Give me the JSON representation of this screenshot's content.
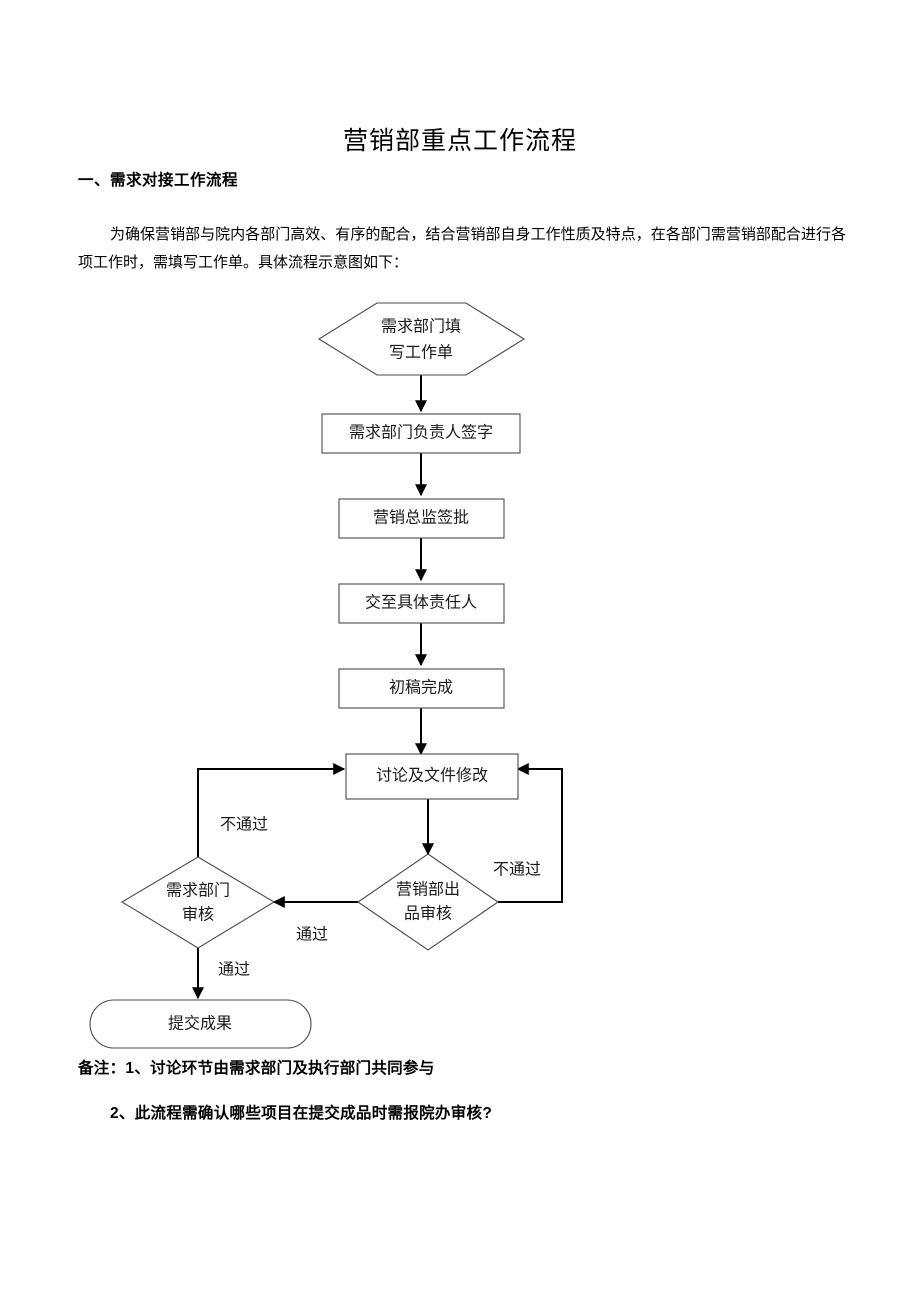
{
  "document": {
    "title": "营销部重点工作流程",
    "section_heading": "一、需求对接工作流程",
    "paragraph": "为确保营销部与院内各部门高效、有序的配合，结合营销部自身工作性质及特点，在各部门需营销部配合进行各项工作时，需填写工作单。具体流程示意图如下："
  },
  "flowchart": {
    "nodes": {
      "start": "需求部门填写工作单",
      "start_line1": "需求部门填",
      "start_line2": "写工作单",
      "sign": "需求部门负责人签字",
      "approve": "营销总监签批",
      "assign": "交至具体责任人",
      "draft": "初稿完成",
      "revise": "讨论及文件修改",
      "review_marketing_line1": "营销部出",
      "review_marketing_line2": "品审核",
      "review_marketing": "营销部出品审核",
      "review_demand_line1": "需求部门",
      "review_demand_line2": "审核",
      "review_demand": "需求部门审核",
      "end": "提交成果"
    },
    "edges": {
      "marketing_fail": "不通过",
      "marketing_pass": "通过",
      "demand_fail": "不通过",
      "demand_pass": "通过"
    }
  },
  "notes": {
    "note1": "备注：1、讨论环节由需求部门及执行部门共同参与",
    "note2": "2、此流程需确认哪些项目在提交成品时需报院办审核?"
  },
  "colors": {
    "node_stroke": "#4a4a4a",
    "line": "#000000",
    "text": "#000000"
  }
}
